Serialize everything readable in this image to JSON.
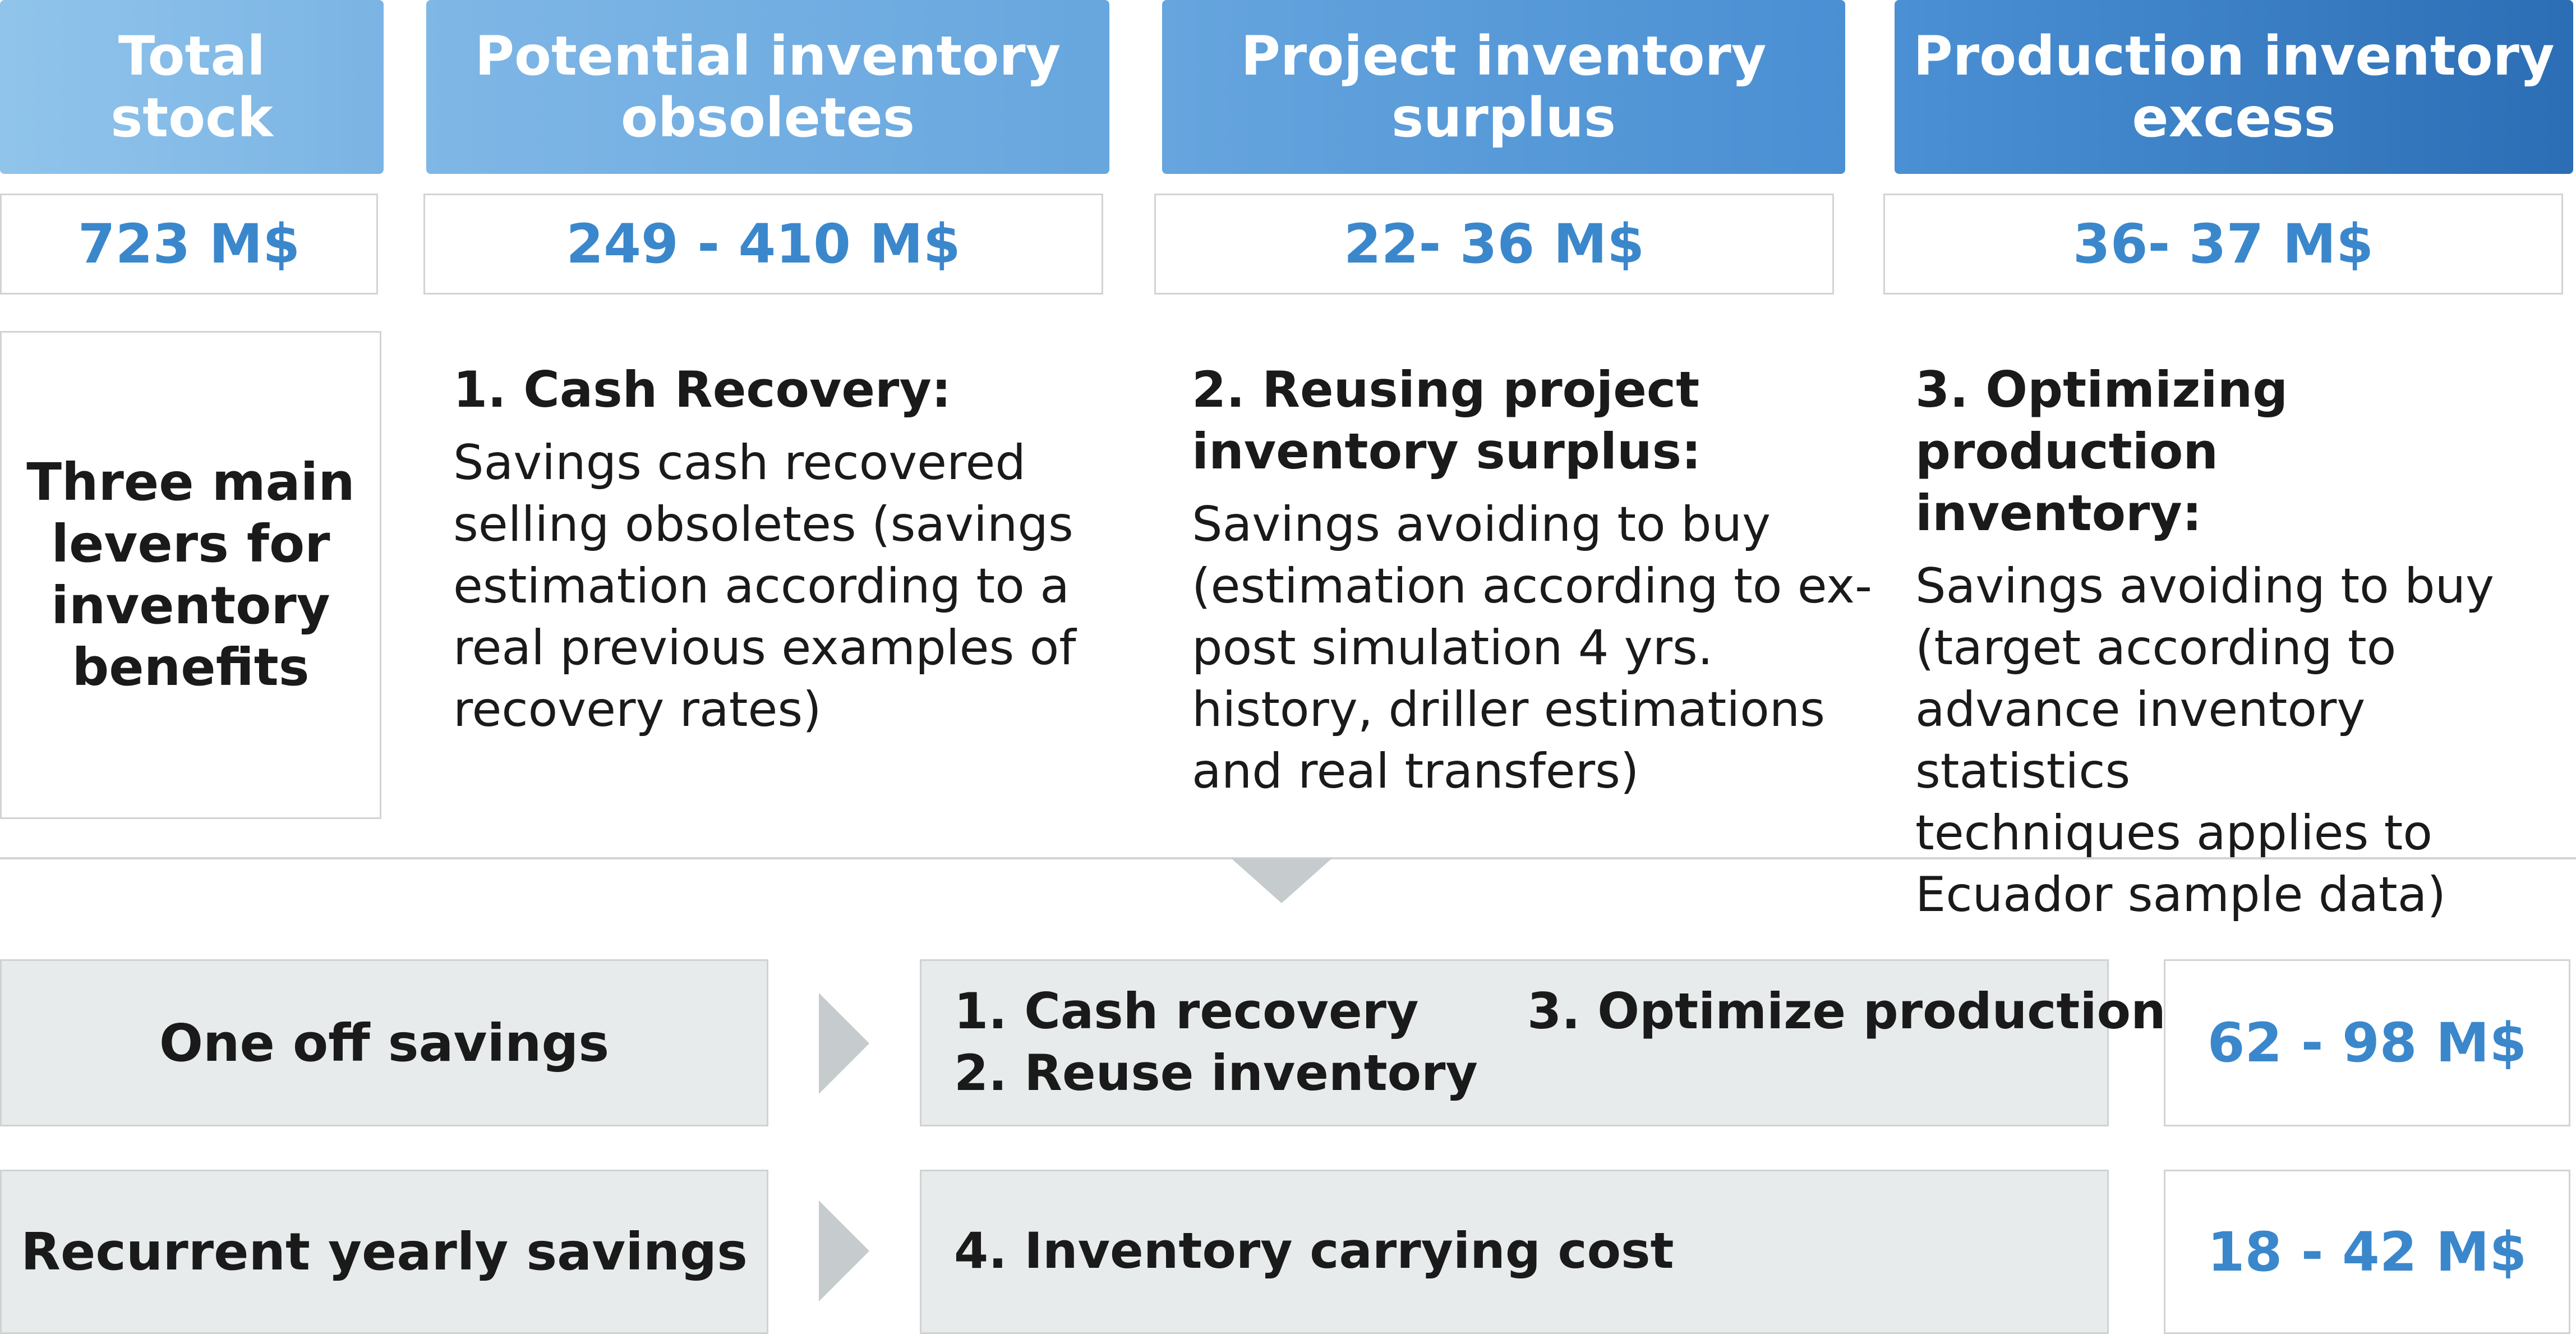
{
  "colors": {
    "header_light": "#8ec2ea",
    "header_mid": "#5c9fdc",
    "header_dark": "#2b6db3",
    "accent_value": "#3b87cc",
    "gray_box": "#e7ebec",
    "border": "#d3d3d3",
    "arrow": "#c6ccce"
  },
  "headers": [
    {
      "title": "Total\nstock"
    },
    {
      "title": "Potential inventory\nobsoletes"
    },
    {
      "title": "Project inventory\nsurplus"
    },
    {
      "title": "Production inventory\nexcess"
    }
  ],
  "values": [
    "723 M$",
    "249 - 410 M$",
    "22- 36 M$",
    "36- 37 M$"
  ],
  "levers": {
    "label": "Three main\nlevers for\ninventory\nbenefits",
    "items": [
      {
        "title": "1.  Cash Recovery:",
        "description": "Savings cash recovered\nselling obsoletes (savings\nestimation according to a\nreal previous examples of\nrecovery rates)"
      },
      {
        "title": "2. Reusing project\ninventory surplus:",
        "description": "Savings avoiding to buy\n(estimation according to ex-\npost simulation 4 yrs.\nhistory, driller estimations\nand real transfers)"
      },
      {
        "title": "3. Optimizing production\ninventory:",
        "description": "Savings avoiding to buy\n(target according to\nadvance inventory statistics\ntechniques applies to\nEcuador sample data)"
      }
    ]
  },
  "savings": {
    "one_off": {
      "label": "One off savings",
      "items": [
        "1. Cash recovery",
        "2. Reuse inventory",
        "3. Optimize production"
      ],
      "value": "62 - 98 M$"
    },
    "recurrent": {
      "label": "Recurrent yearly savings",
      "items": [
        "4. Inventory carrying cost"
      ],
      "value": "18 - 42 M$"
    }
  }
}
